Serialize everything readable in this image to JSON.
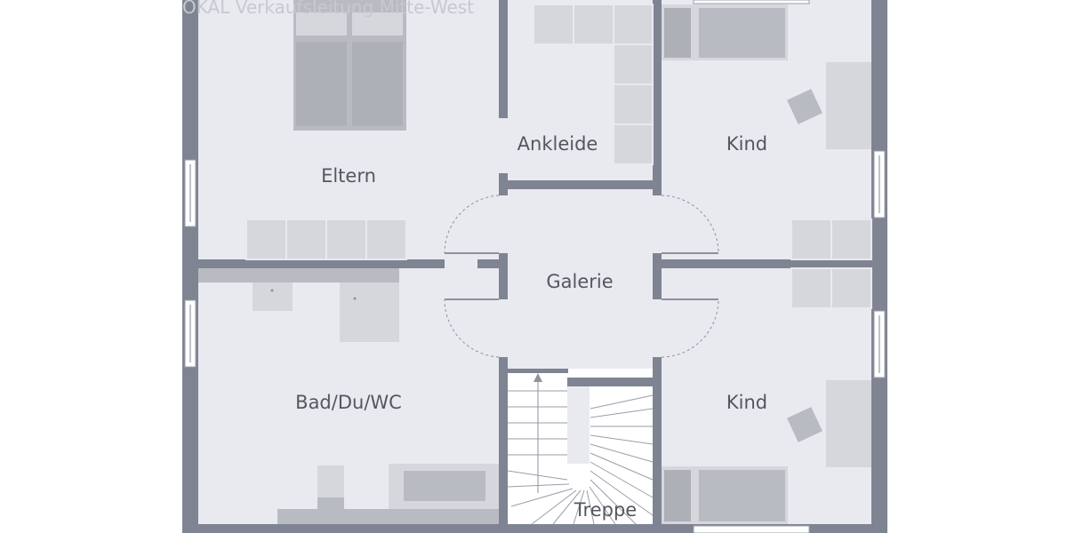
{
  "watermark": "OKAL Verkaufsleitung Mitte-West",
  "rooms": {
    "eltern": "Eltern",
    "ankleide": "Ankleide",
    "kind_top": "Kind",
    "galerie": "Galerie",
    "bad": "Bad/Du/WC",
    "kind_bottom": "Kind",
    "treppe": "Treppe"
  },
  "colors": {
    "wall": "#7f8493",
    "floor": "#e9eaf0",
    "furniture": "#d6d7dd",
    "furniture_dark": "#b9bbc3",
    "label": "#55575e"
  }
}
